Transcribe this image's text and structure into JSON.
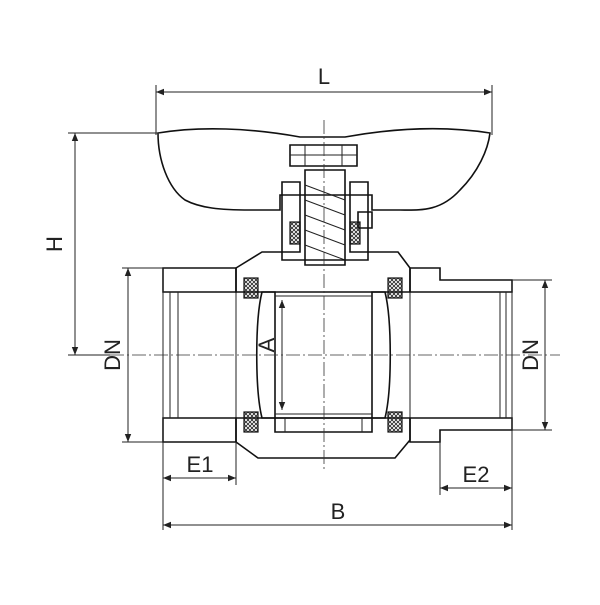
{
  "drawing": {
    "labels": {
      "L": "L",
      "H": "H",
      "DN_left": "DN",
      "DN_right": "DN",
      "A": "A",
      "E1": "E1",
      "E2": "E2",
      "B": "B"
    }
  }
}
